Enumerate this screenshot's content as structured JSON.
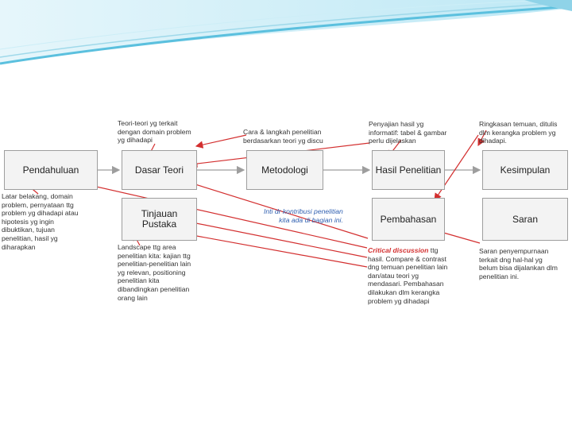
{
  "boxes": {
    "pendahuluan": "Pendahuluan",
    "dasar_teori": "Dasar Teori",
    "metodologi": "Metodologi",
    "hasil_penelitian": "Hasil Penelitian",
    "kesimpulan": "Kesimpulan",
    "tinjauan_pustaka": "Tinjauan\nPustaka",
    "pembahasan": "Pembahasan",
    "saran": "Saran"
  },
  "notes": {
    "teori": "Teori-teori yg terkait\ndengan domain problem\nyg dihadapi",
    "cara": "Cara & langkah penelitian\nberdasarkan teori yg discu",
    "penyajian": "Penyajian hasil yg\ninformatif: tabel & gambar\nperlu dijelaskan",
    "ringkasan": "Ringkasan temuan, ditulis\ndlm kerangka problem yg\ndihadapi.",
    "latar": "Latar belakang, domain\nproblem, pernyataan ttg\nproblem yg dihadapi atau\nhipotesis yg ingin\ndibuktikan, tujuan\npenelitian, hasil yg\ndiharapkan",
    "landscape": "Landscape ttg area\npenelitian kita: kajian ttg\npenelitian-penelitian lain\nyg relevan, positioning\npenelitian kita\ndibandingkan penelitian\norang lain",
    "inti": "Inti dr kontribusi penelitian\nkita ada di bagian ini.",
    "critical_label": "Critical discussion",
    "critical_rest_first": " ttg",
    "critical_rest": "hasil. Compare & contrast\ndng temuan penelitian lain\ndan/atau teori yg\nmendasari. Pembahasan\ndilakukan dlm kerangka\nproblem yg dihadapi",
    "saran_note": "Saran penyempurnaan\nterkait dng hal-hal yg\nbelum bisa dijalankan dlm\npenelitian ini."
  },
  "colors": {
    "red_arrow": "#d32f2f",
    "gray_arrow": "#9e9e9e",
    "banner": "#5bc0de",
    "inti_text": "#2f5fb0"
  }
}
